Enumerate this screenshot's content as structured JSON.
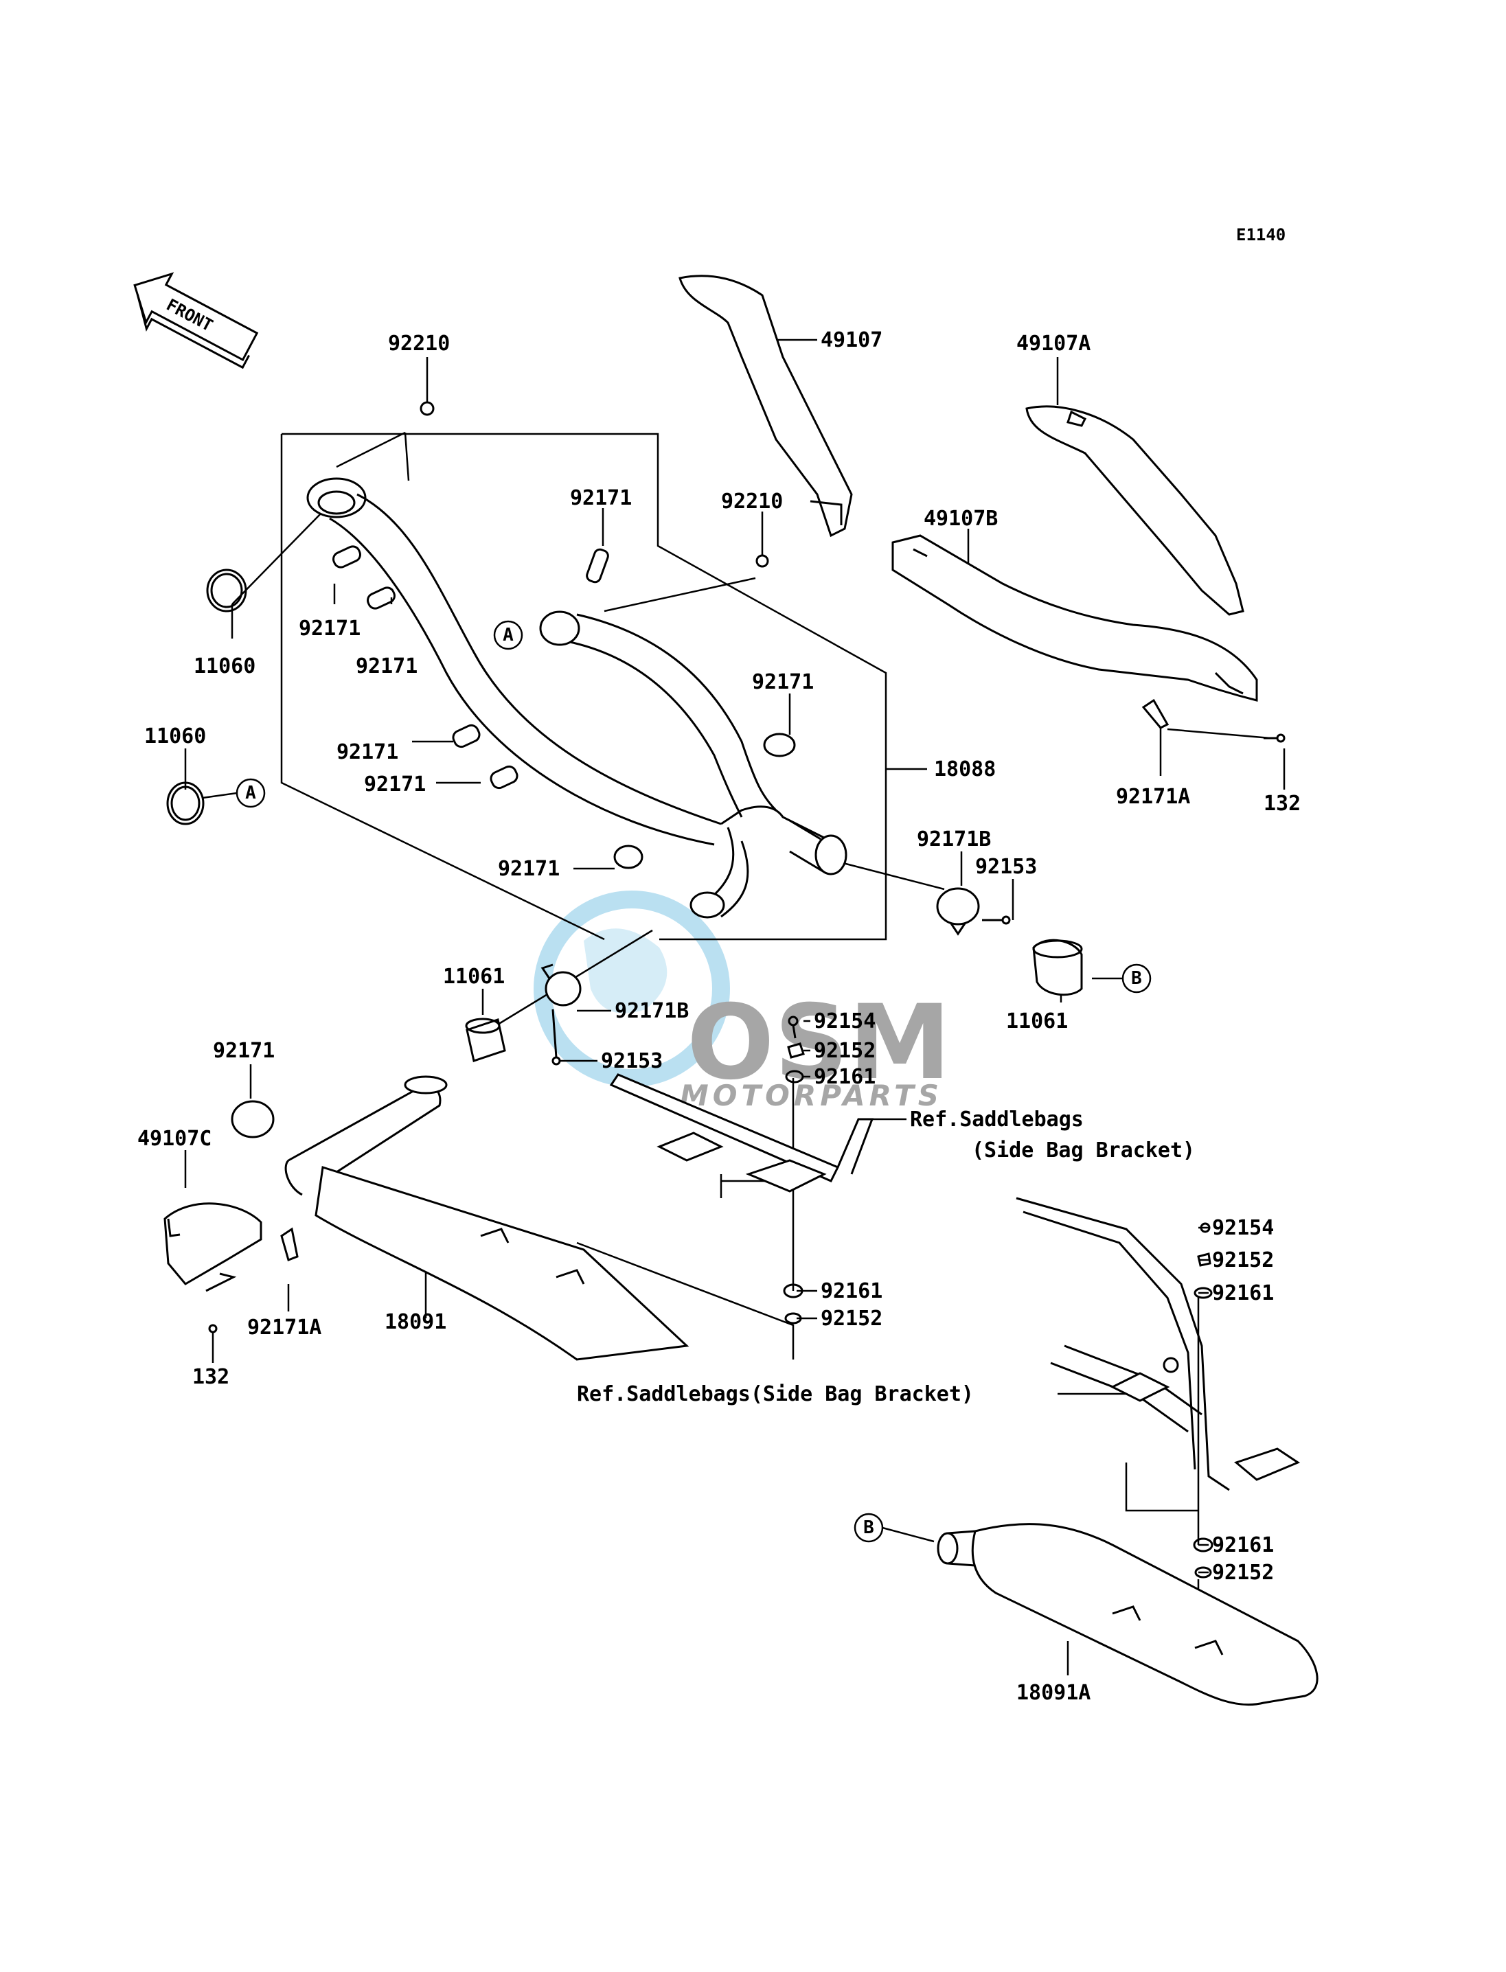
{
  "diagram_code": "E1140",
  "front_arrow_label": "FRONT",
  "watermark": {
    "brand": "OSM",
    "sub": "MOTORPARTS"
  },
  "callouts": {
    "a": "A",
    "b": "B"
  },
  "labels": {
    "p92210_top": "92210",
    "p49107": "49107",
    "p49107A": "49107A",
    "p92171_1": "92171",
    "p92210_mid": "92210",
    "p49107B": "49107B",
    "p92171_2": "92171",
    "p92171_3": "92171",
    "p11060_1": "11060",
    "p92171_4": "92171",
    "p11060_2": "11060",
    "p92171_5": "92171",
    "p92171_6": "92171",
    "p18088": "18088",
    "p92171A_1": "92171A",
    "p132_1": "132",
    "p92171B_1": "92171B",
    "p92153_1": "92153",
    "p92171_7": "92171",
    "p11061_1": "11061",
    "p92171B_2": "92171B",
    "p92154_1": "92154",
    "p11061_2": "11061",
    "p92152_1": "92152",
    "p92153_2": "92153",
    "p92161_1": "92161",
    "p92171_8": "92171",
    "ref_saddle_1": "Ref.Saddlebags",
    "ref_saddle_1b": "(Side Bag Bracket)",
    "p49107C": "49107C",
    "p92154_2": "92154",
    "p92152_2": "92152",
    "p92161_2": "92161",
    "p92161_3": "92161",
    "p92152_3": "92152",
    "p18091": "18091",
    "p92171A_2": "92171A",
    "p132_2": "132",
    "ref_saddle_2": "Ref.Saddlebags(Side Bag Bracket)",
    "p92161_4": "92161",
    "p92152_4": "92152",
    "p18091A": "18091A"
  },
  "colors": {
    "line": "#000000",
    "watermark_blue": "#3aa6d8",
    "watermark_gray": "#6d6d6d"
  }
}
